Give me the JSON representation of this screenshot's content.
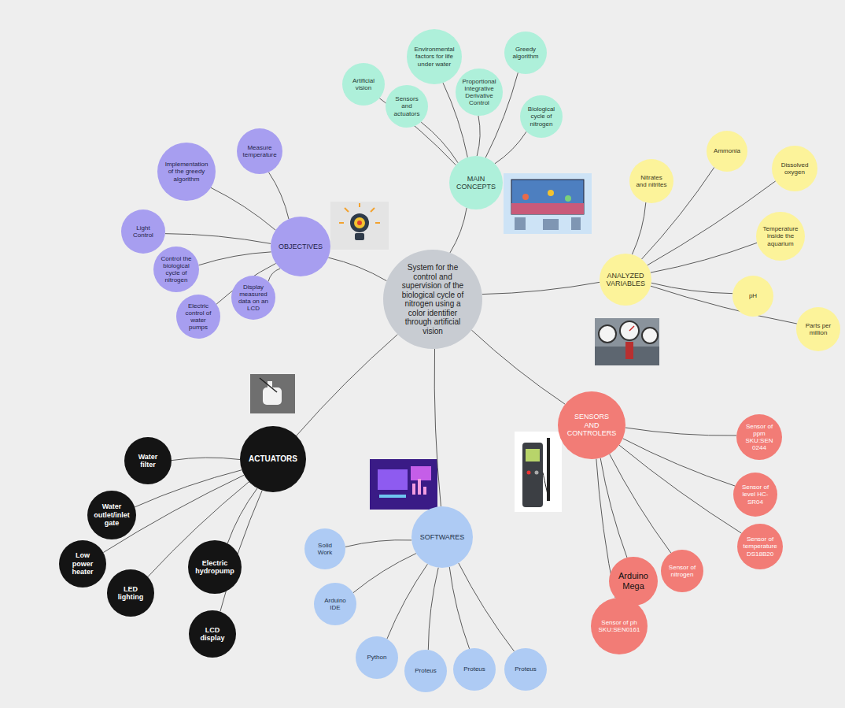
{
  "diagram": {
    "nodes": [
      {
        "text": [
          "System for the control and supervision of the biological cycle of nitrogen using a color identifier through artificial vision"
        ]
      },
      {
        "text": [
          "MAIN CONCEPTS"
        ]
      },
      {
        "text": [
          "Artificial vision"
        ]
      },
      {
        "text": [
          "Sensors and actuators"
        ]
      },
      {
        "text": [
          "Environmental factors for life under water"
        ]
      },
      {
        "text": [
          "Proportional Integrative Derivative Control"
        ]
      },
      {
        "text": [
          "Greedy algorithm"
        ]
      },
      {
        "text": [
          "Biological cycle of nitrogen"
        ]
      },
      {
        "text": [
          "OBJECTIVES"
        ]
      },
      {
        "text": [
          "Measure temperature"
        ]
      },
      {
        "text": [
          "Implementation of the greedy algorithm"
        ]
      },
      {
        "text": [
          "Light Control"
        ]
      },
      {
        "text": [
          "Control the biological cycle of nitrogen"
        ]
      },
      {
        "text": [
          "Electric control of water pumps"
        ]
      },
      {
        "text": [
          "Display measured data on an LCD"
        ]
      },
      {
        "text": [
          "ANALYZED VARIABLES"
        ]
      },
      {
        "text": [
          "Nitrates and nitrites"
        ]
      },
      {
        "text": [
          "Ammonia"
        ]
      },
      {
        "text": [
          "Dissolved oxygen"
        ]
      },
      {
        "text": [
          "Temperature inside the aquarium"
        ]
      },
      {
        "text": [
          "pH"
        ]
      },
      {
        "text": [
          "Parts per million"
        ]
      },
      {
        "text": [
          "SENSORS AND CONTROLERS"
        ]
      },
      {
        "text": [
          "Sensor of ppm SKU:SEN 0244"
        ]
      },
      {
        "text": [
          "Sensor of level HC-SR04"
        ]
      },
      {
        "text": [
          "Sensor of temperature DS18B20"
        ]
      },
      {
        "text": [
          "Sensor of nitrogen"
        ]
      },
      {
        "text": [
          "Arduino Mega"
        ]
      },
      {
        "text": [
          "Sensor of ph SKU:SEN0161"
        ]
      },
      {
        "text": [
          "SOFTWARES"
        ]
      },
      {
        "text": [
          "Solid Work"
        ]
      },
      {
        "text": [
          "Arduino IDE"
        ]
      },
      {
        "text": [
          "Python"
        ]
      },
      {
        "text": [
          "Proteus"
        ]
      },
      {
        "text": [
          "Proteus"
        ]
      },
      {
        "text": [
          "Proteus"
        ]
      },
      {
        "text": [
          "ACTUATORS"
        ]
      },
      {
        "text": [
          "Water filter"
        ]
      },
      {
        "text": [
          "Water outlet/inlet gate"
        ]
      },
      {
        "text": [
          "Low power heater"
        ]
      },
      {
        "text": [
          "LED lighting"
        ]
      },
      {
        "text": [
          "Electric hydropump"
        ]
      },
      {
        "text": [
          "LCD display"
        ]
      }
    ],
    "edges": [
      {
        "from": 0,
        "to": 1,
        "arrow": "none"
      },
      {
        "from": 1,
        "to": 2,
        "arrow": "none"
      },
      {
        "from": 1,
        "to": 3,
        "arrow": "none"
      },
      {
        "from": 1,
        "to": 4,
        "arrow": "none"
      },
      {
        "from": 1,
        "to": 5,
        "arrow": "none"
      },
      {
        "from": 1,
        "to": 6,
        "arrow": "none"
      },
      {
        "from": 1,
        "to": 7,
        "arrow": "none"
      },
      {
        "from": 0,
        "to": 8,
        "arrow": "none"
      },
      {
        "from": 8,
        "to": 9,
        "arrow": "none"
      },
      {
        "from": 8,
        "to": 10,
        "arrow": "none"
      },
      {
        "from": 8,
        "to": 11,
        "arrow": "none"
      },
      {
        "from": 8,
        "to": 12,
        "arrow": "none"
      },
      {
        "from": 8,
        "to": 13,
        "arrow": "none"
      },
      {
        "from": 8,
        "to": 14,
        "arrow": "none"
      },
      {
        "from": 0,
        "to": 15,
        "arrow": "none"
      },
      {
        "from": 15,
        "to": 16,
        "arrow": "none"
      },
      {
        "from": 15,
        "to": 17,
        "arrow": "none"
      },
      {
        "from": 15,
        "to": 18,
        "arrow": "none"
      },
      {
        "from": 15,
        "to": 19,
        "arrow": "none"
      },
      {
        "from": 15,
        "to": 20,
        "arrow": "none"
      },
      {
        "from": 15,
        "to": 21,
        "arrow": "none"
      },
      {
        "from": 0,
        "to": 22,
        "arrow": "none"
      },
      {
        "from": 22,
        "to": 23,
        "arrow": "none"
      },
      {
        "from": 22,
        "to": 24,
        "arrow": "none"
      },
      {
        "from": 22,
        "to": 25,
        "arrow": "none"
      },
      {
        "from": 22,
        "to": 26,
        "arrow": "none"
      },
      {
        "from": 22,
        "to": 27,
        "arrow": "none"
      },
      {
        "from": 22,
        "to": 28,
        "arrow": "none"
      },
      {
        "from": 0,
        "to": 29,
        "arrow": "none"
      },
      {
        "from": 29,
        "to": 30,
        "arrow": "none"
      },
      {
        "from": 29,
        "to": 31,
        "arrow": "none"
      },
      {
        "from": 29,
        "to": 32,
        "arrow": "none"
      },
      {
        "from": 29,
        "to": 33,
        "arrow": "none"
      },
      {
        "from": 29,
        "to": 34,
        "arrow": "none"
      },
      {
        "from": 29,
        "to": 35,
        "arrow": "none"
      },
      {
        "from": 0,
        "to": 36,
        "arrow": "none"
      },
      {
        "from": 36,
        "to": 37,
        "arrow": "none"
      },
      {
        "from": 36,
        "to": 38,
        "arrow": "none"
      },
      {
        "from": 36,
        "to": 39,
        "arrow": "none"
      },
      {
        "from": 36,
        "to": 40,
        "arrow": "none"
      },
      {
        "from": 36,
        "to": 41,
        "arrow": "none"
      },
      {
        "from": 36,
        "to": 42,
        "arrow": "none"
      }
    ]
  }
}
